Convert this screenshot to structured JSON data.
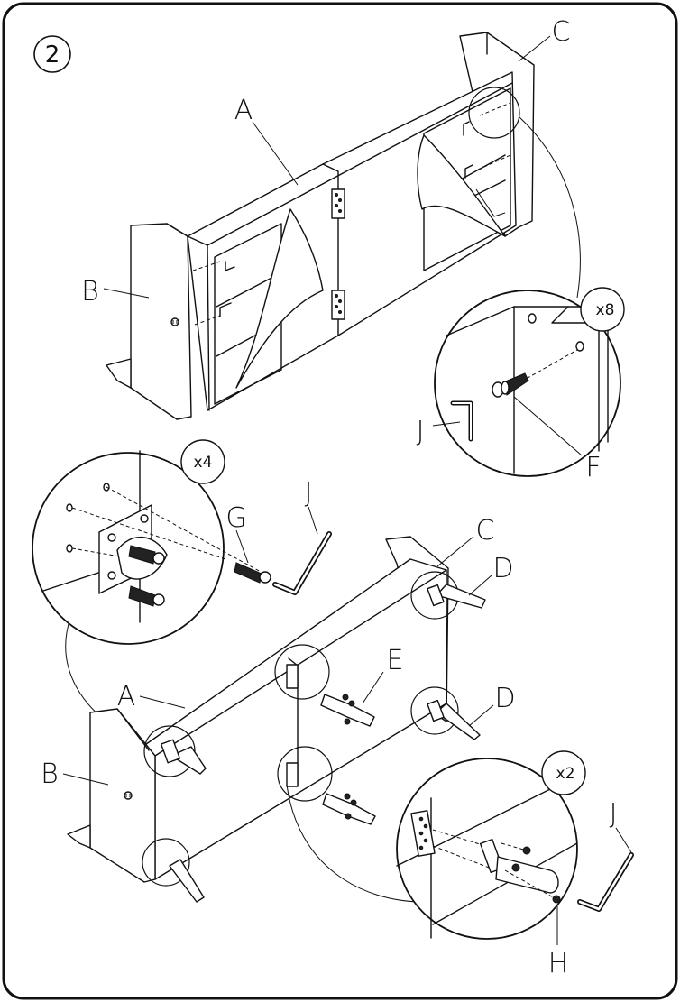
{
  "step": {
    "number": "2"
  },
  "labels": {
    "top_a": "A",
    "top_b": "B",
    "top_c": "C",
    "top_j": "J",
    "top_f": "F",
    "top_qty": "x8",
    "left_qty": "x4",
    "left_g": "G",
    "left_j": "J",
    "bot_a": "A",
    "bot_b": "B",
    "bot_c": "C",
    "bot_d1": "D",
    "bot_d2": "D",
    "bot_e": "E",
    "right_qty": "x2",
    "right_j": "J",
    "right_h": "H"
  }
}
